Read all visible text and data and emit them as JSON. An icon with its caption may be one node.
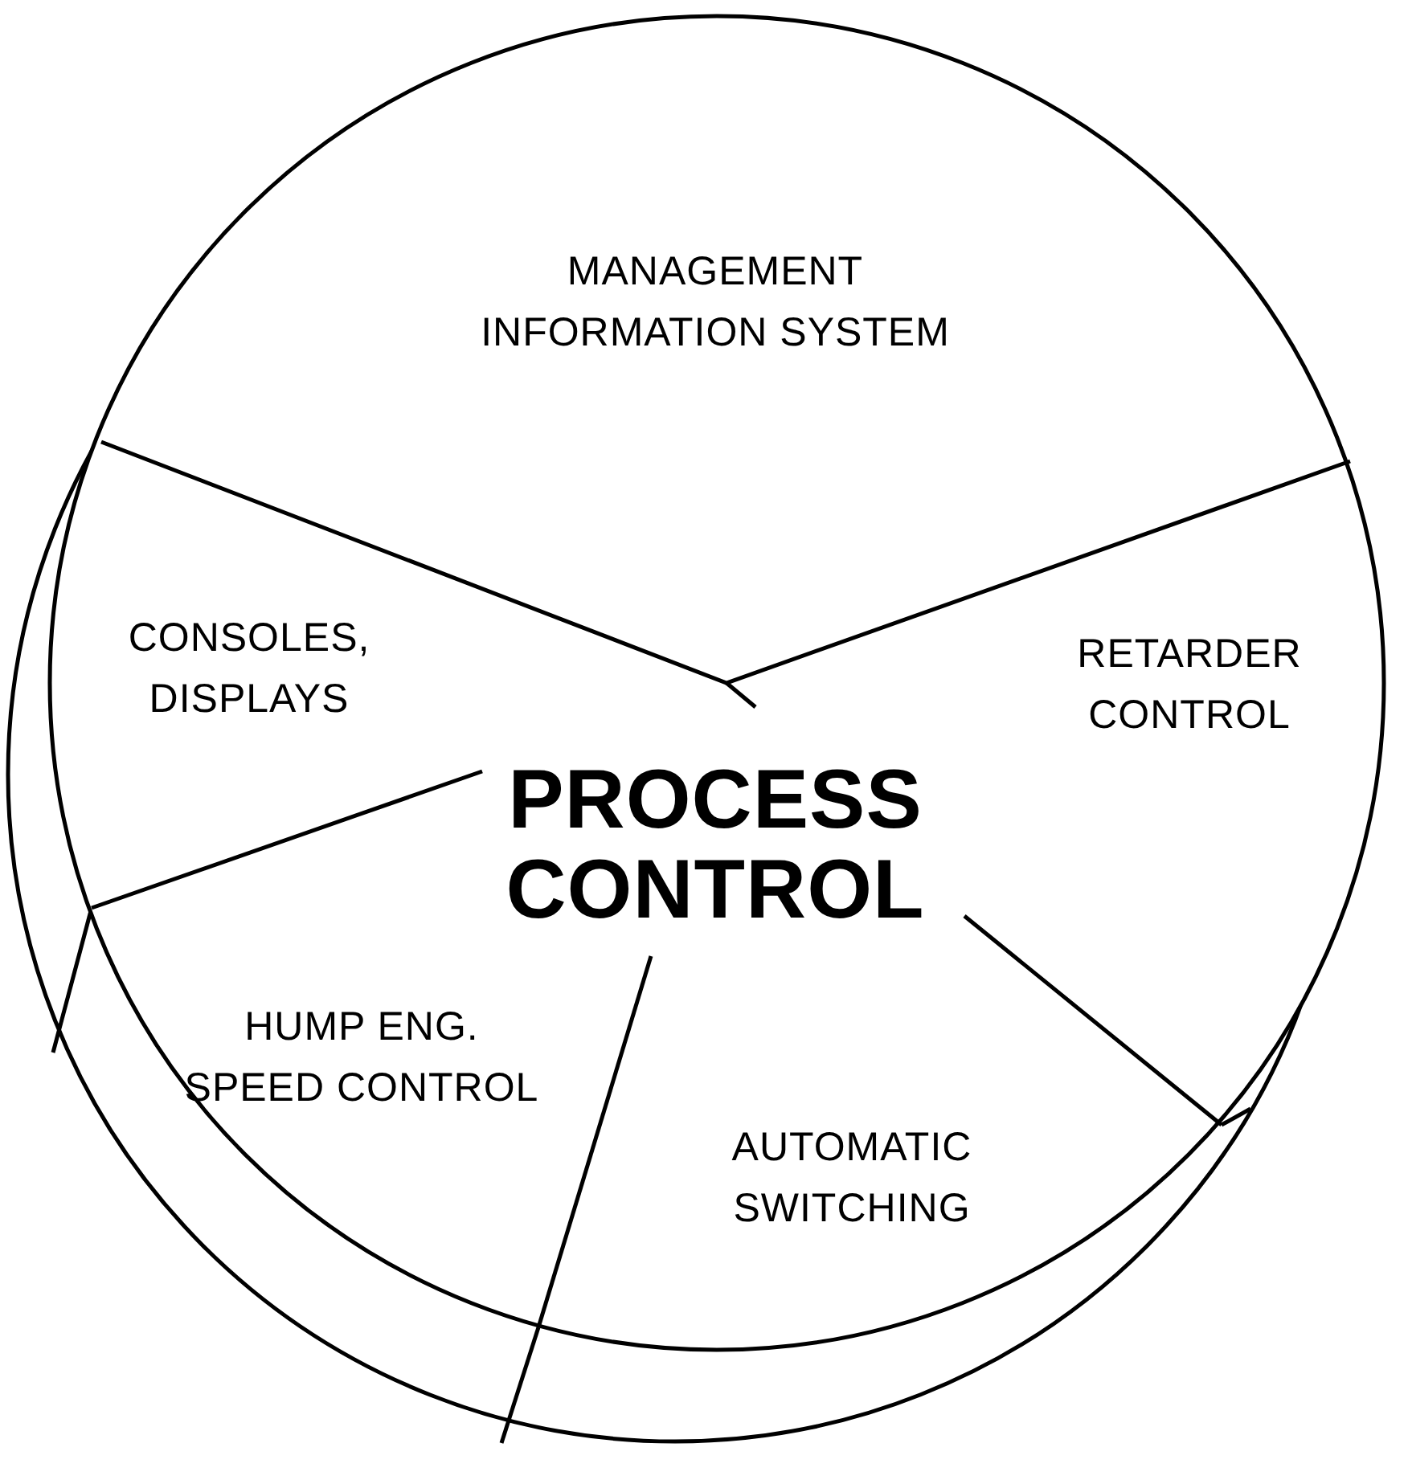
{
  "diagram": {
    "nodes": [
      {
        "text": [
          "MANAGEMENT INFORMATION SYSTEM"
        ]
      },
      {
        "text": [
          "CONSOLES, DISPLAYS"
        ]
      },
      {
        "text": [
          "RETARDER CONTROL"
        ]
      },
      {
        "text": [
          "PROCESS CONTROL"
        ]
      },
      {
        "text": [
          "HUMP ENG. SPEED CONTROL"
        ]
      },
      {
        "text": [
          "AUTOMATIC SWITCHING"
        ]
      }
    ]
  }
}
